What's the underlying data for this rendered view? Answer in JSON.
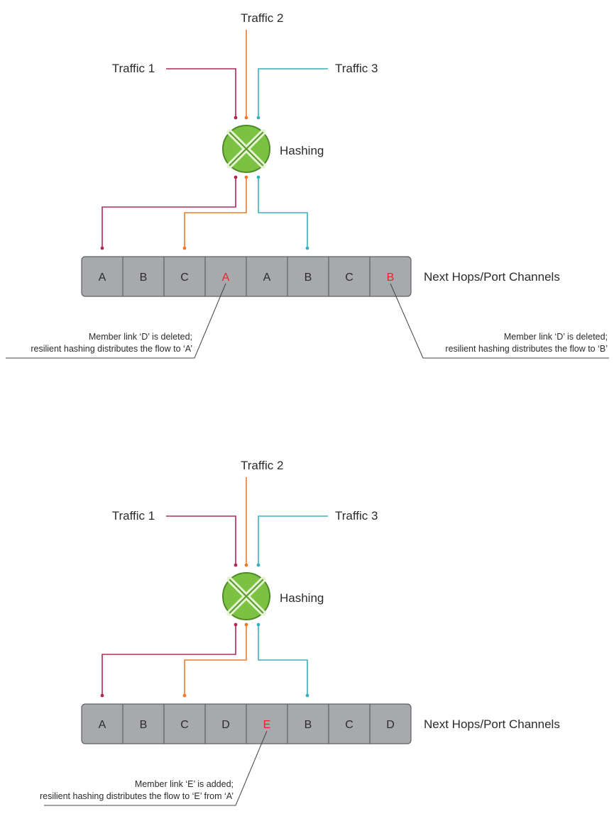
{
  "colors": {
    "traffic_1": "#b0285a",
    "traffic_2": "#ee7a2a",
    "traffic_3": "#3bb1be",
    "hash_fill": "#7cc242",
    "hash_stroke": "#4e8a25",
    "cell_fill": "#a7a9ac",
    "cell_border": "#5e6063",
    "highlight_text": "#e8242c",
    "text": "#2b2b2b"
  },
  "icons": {
    "hashing": "hashing-x-circle-icon"
  },
  "diagrams": [
    {
      "traffic_labels": [
        "Traffic 1",
        "Traffic 2",
        "Traffic 3"
      ],
      "hashing_label": "Hashing",
      "hops_label": "Next Hops/Port Channels",
      "cells": [
        {
          "text": "A",
          "highlight": false
        },
        {
          "text": "B",
          "highlight": false
        },
        {
          "text": "C",
          "highlight": false
        },
        {
          "text": "A",
          "highlight": true
        },
        {
          "text": "A",
          "highlight": false
        },
        {
          "text": "B",
          "highlight": false
        },
        {
          "text": "C",
          "highlight": false
        },
        {
          "text": "B",
          "highlight": true
        }
      ],
      "traffic_targets": [
        0,
        2,
        5
      ],
      "callouts": [
        {
          "lines": [
            "Member link ‘D’ is deleted;",
            "resilient hashing distributes the flow to ‘A’"
          ],
          "cell": 3,
          "side": "left"
        },
        {
          "lines": [
            "Member link ‘D’ is deleted;",
            "resilient hashing distributes the flow to ‘B’"
          ],
          "cell": 7,
          "side": "right"
        }
      ]
    },
    {
      "traffic_labels": [
        "Traffic 1",
        "Traffic 2",
        "Traffic 3"
      ],
      "hashing_label": "Hashing",
      "hops_label": "Next Hops/Port Channels",
      "cells": [
        {
          "text": "A",
          "highlight": false
        },
        {
          "text": "B",
          "highlight": false
        },
        {
          "text": "C",
          "highlight": false
        },
        {
          "text": "D",
          "highlight": false
        },
        {
          "text": "E",
          "highlight": true
        },
        {
          "text": "B",
          "highlight": false
        },
        {
          "text": "C",
          "highlight": false
        },
        {
          "text": "D",
          "highlight": false
        }
      ],
      "traffic_targets": [
        0,
        2,
        5
      ],
      "callouts": [
        {
          "lines": [
            "Member link ‘E’ is added;",
            "resilient hashing distributes the flow to ‘E’ from ‘A’"
          ],
          "cell": 4,
          "side": "left"
        }
      ]
    }
  ]
}
